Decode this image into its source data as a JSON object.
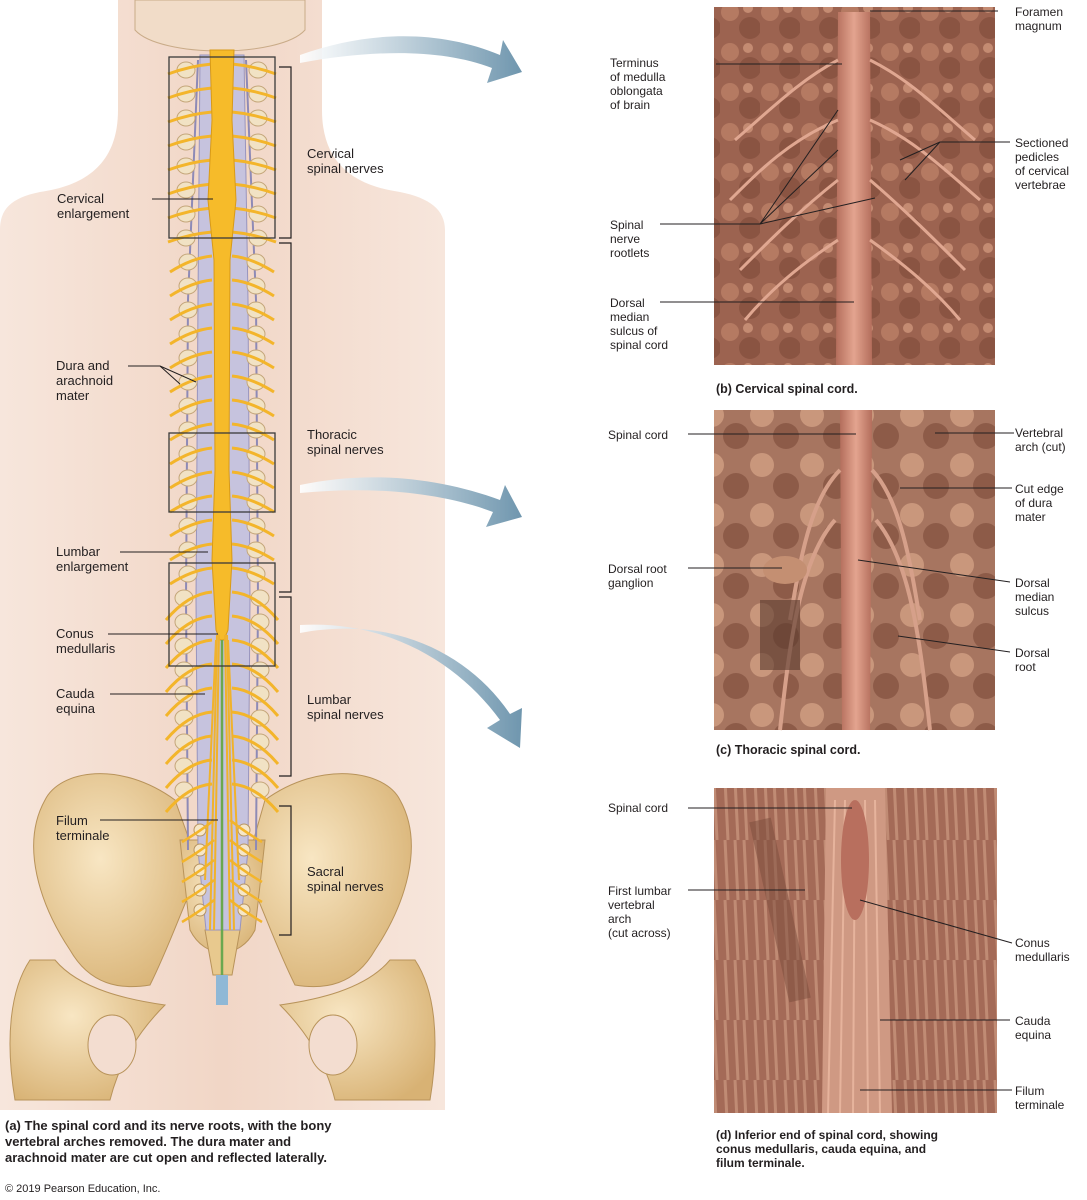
{
  "figure_a": {
    "labels": {
      "cervical_enlargement": "Cervical\nenlargement",
      "dura_arachnoid": "Dura and\narachnoid\nmater",
      "lumbar_enlargement": "Lumbar\nenlargement",
      "conus_medullaris": "Conus\nmedullaris",
      "cauda_equina": "Cauda\nequina",
      "filum_terminale": "Filum\nterminale",
      "cervical_spinal_nerves": "Cervical\nspinal nerves",
      "thoracic_spinal_nerves": "Thoracic\nspinal nerves",
      "lumbar_spinal_nerves": "Lumbar\nspinal nerves",
      "sacral_spinal_nerves": "Sacral\nspinal nerves"
    },
    "caption": "(a) The spinal cord and its nerve roots, with the bony\n      vertebral arches removed. The dura mater and\n      arachnoid mater are cut open and reflected laterally."
  },
  "figure_b": {
    "labels": {
      "foramen_magnum": "Foramen\nmagnum",
      "terminus_medulla": "Terminus\nof medulla\noblongata\nof brain",
      "sectioned_pedicles": "Sectioned\npedicles\nof cervical\nvertebrae",
      "spinal_nerve_rootlets": "Spinal\nnerve\nrootlets",
      "dorsal_median_sulcus": "Dorsal\nmedian\nsulcus of\nspinal cord"
    },
    "caption": "(b) Cervical spinal cord."
  },
  "figure_c": {
    "labels": {
      "spinal_cord": "Spinal cord",
      "vertebral_arch": "Vertebral\narch (cut)",
      "cut_edge_dura": "Cut edge\nof dura\nmater",
      "dorsal_root_ganglion": "Dorsal root\nganglion",
      "dorsal_median_sulcus": "Dorsal\nmedian\nsulcus",
      "dorsal_root": "Dorsal\nroot"
    },
    "caption": "(c) Thoracic spinal cord."
  },
  "figure_d": {
    "labels": {
      "spinal_cord": "Spinal cord",
      "first_lumbar_arch": "First lumbar\nvertebral\narch\n(cut across)",
      "conus_medullaris": "Conus\nmedullaris",
      "cauda_equina": "Cauda\nequina",
      "filum_terminale": "Filum\nterminale"
    },
    "caption": "(d) Inferior end of spinal cord, showing\n      conus medullaris, cauda equina, and\n      filum terminale."
  },
  "copyright": "© 2019 Pearson Education, Inc.",
  "colors": {
    "skin": "#f3ddd0",
    "bone": "#ecd3a3",
    "bone_shade": "#d8b67c",
    "nerve": "#f3b52b",
    "dura": "#b9b6d4",
    "filum": "#6aa84f",
    "photo_tissue": "#a86b55",
    "cord_pink": "#d89a86",
    "arrow": "#7a9fb5"
  }
}
